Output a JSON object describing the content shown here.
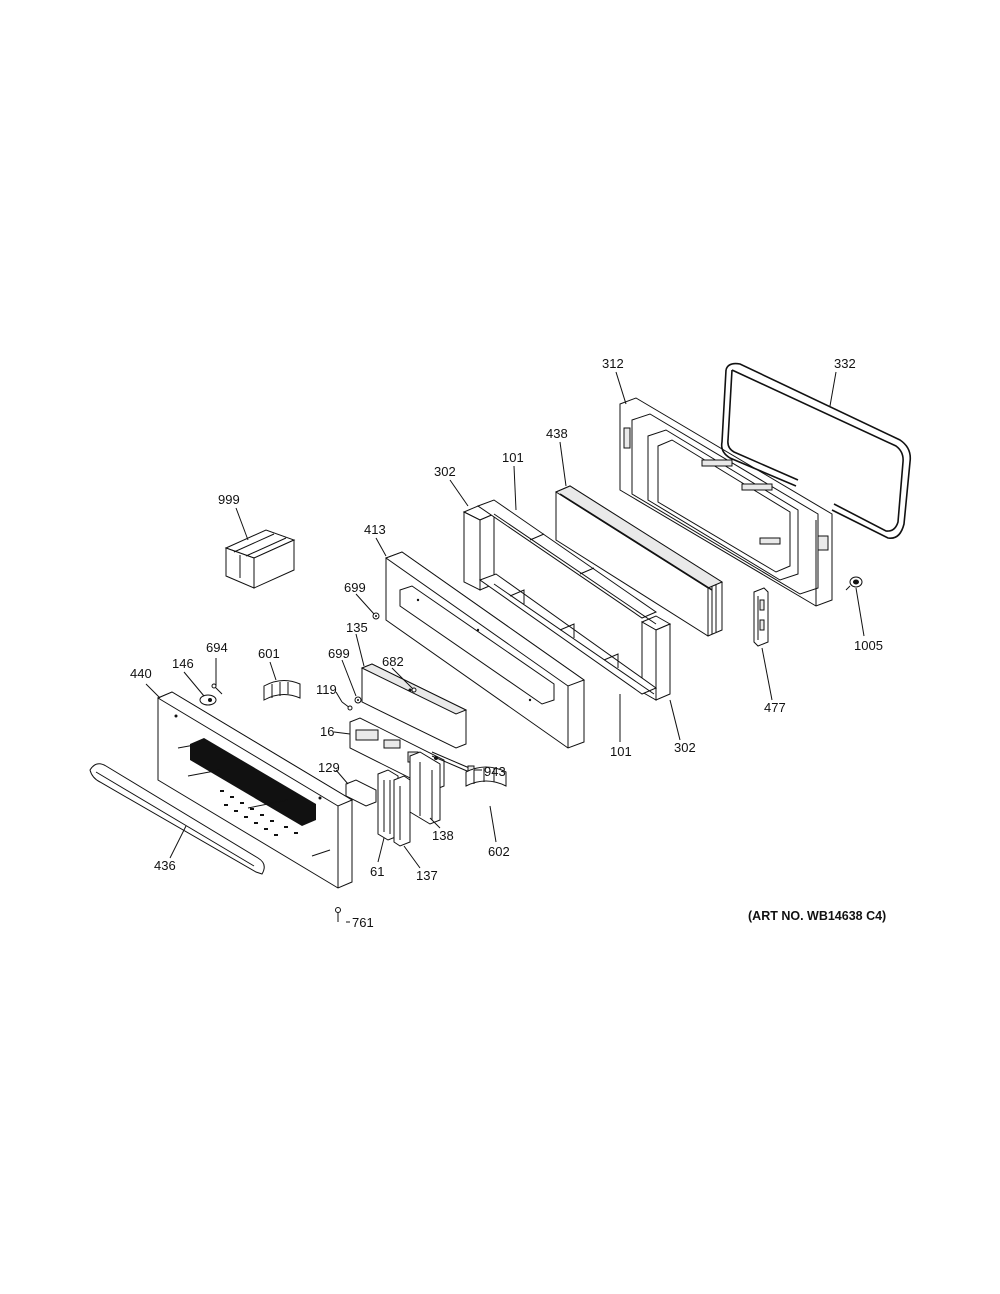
{
  "labels": {
    "p999": "999",
    "p413": "413",
    "p302a": "302",
    "p101a": "101",
    "p438": "438",
    "p312": "312",
    "p332": "332",
    "p1005": "1005",
    "p477": "477",
    "p302b": "302",
    "p101b": "101",
    "p699a": "699",
    "p135": "135",
    "p699b": "699",
    "p682": "682",
    "p119": "119",
    "p16": "16",
    "p943": "943",
    "p129": "129",
    "p138": "138",
    "p602": "602",
    "p137": "137",
    "p61": "61",
    "p694": "694",
    "p146": "146",
    "p440": "440",
    "p601": "601",
    "p436": "436",
    "p761": "761"
  },
  "art_number": "(ART NO. WB14638 C4)"
}
